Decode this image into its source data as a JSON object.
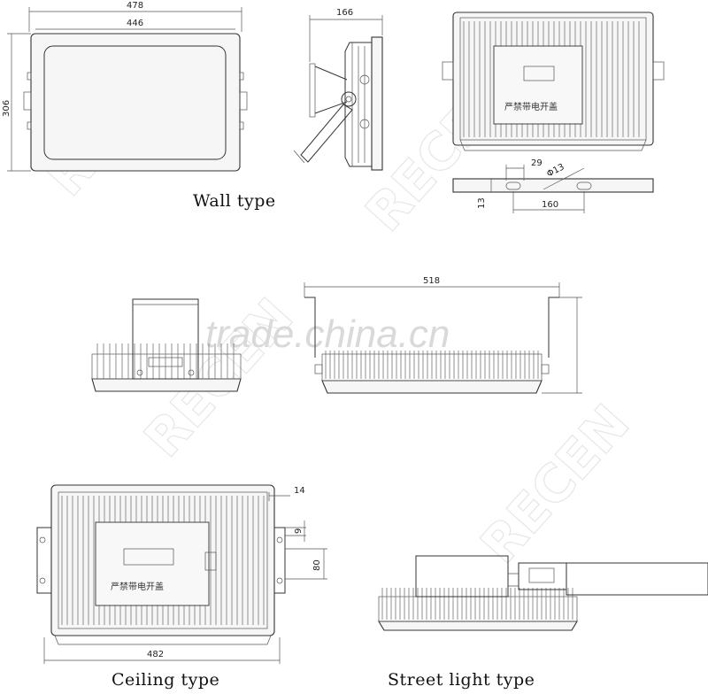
{
  "wall_type": {
    "caption": "Wall type",
    "front_width": "478",
    "inner_width": "446",
    "height": "306",
    "side_depth": "166",
    "bracket_slot": "29",
    "bracket_hole": "Φ13",
    "bracket_thickness": "13",
    "bracket_spacing": "160"
  },
  "middle_row": {
    "length": "518"
  },
  "ceiling_type": {
    "caption": "Ceiling type",
    "width": "482",
    "edge_offset": "14",
    "tab_offset": "9",
    "tab_height": "80"
  },
  "street_light_type": {
    "caption": "Street light type"
  },
  "warning_label": "严禁带电开盖",
  "watermark": {
    "brand": "RECEN",
    "site": "trade.china.cn"
  }
}
